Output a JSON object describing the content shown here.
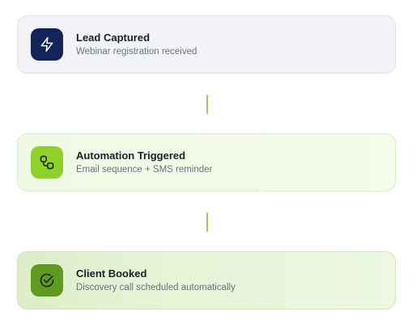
{
  "steps": [
    {
      "title": "Lead Captured",
      "subtitle": "Webinar registration received",
      "icon": "lightning-icon",
      "icon_bg": "#13245a"
    },
    {
      "title": "Automation Triggered",
      "subtitle": "Email sequence + SMS reminder",
      "icon": "workflow-icon",
      "icon_bg": "#8ed12a"
    },
    {
      "title": "Client Booked",
      "subtitle": "Discovery call scheduled automatically",
      "icon": "check-circle-icon",
      "icon_bg": "#5f9b1f"
    }
  ],
  "colors": {
    "connector": "#a3c95b",
    "card_1_bg": "#f1f3f7",
    "card_2_bg": "#f0f9e4",
    "card_3_bg": "#dcedc9"
  }
}
